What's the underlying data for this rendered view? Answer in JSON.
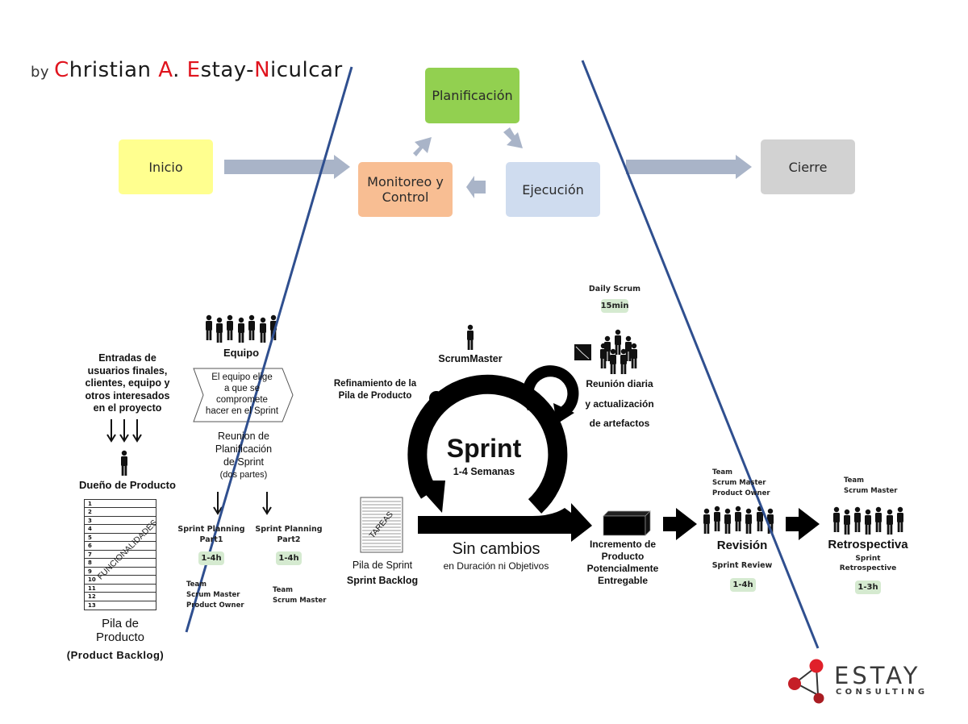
{
  "author": {
    "prefix": "by",
    "name_parts": [
      {
        "text": "C",
        "color": "#e0141e"
      },
      {
        "text": "hristian ",
        "color": "#1a1a1a"
      },
      {
        "text": "A",
        "color": "#e0141e"
      },
      {
        "text": ". ",
        "color": "#1a1a1a"
      },
      {
        "text": "E",
        "color": "#e0141e"
      },
      {
        "text": "stay-",
        "color": "#1a1a1a"
      },
      {
        "text": "N",
        "color": "#e0141e"
      },
      {
        "text": "iculcar",
        "color": "#1a1a1a"
      }
    ]
  },
  "project_phases": {
    "inicio": {
      "label": "Inicio",
      "color": "#ffff8f"
    },
    "planificacion": {
      "label": "Planificación",
      "color": "#92d050"
    },
    "monitoreo": {
      "label": "Monitoreo y Control",
      "line1": "Monitoreo y",
      "line2": "Control",
      "color": "#f8be93"
    },
    "ejecucion": {
      "label": "Ejecución",
      "color": "#cfdcef"
    },
    "cierre": {
      "label": "Cierre",
      "color": "#d2d2d2"
    },
    "arrow_color": "#a9b4c8"
  },
  "divider_color": "#2f4f8f",
  "inputs": {
    "lines": [
      "Entradas de",
      "usuarios finales,",
      "clientes,  equipo y",
      "otros interesados",
      "en el proyecto"
    ]
  },
  "product_owner": {
    "label": "Dueño de Producto"
  },
  "product_backlog": {
    "rows": [
      "1",
      "2",
      "3",
      "4",
      "5",
      "6",
      "7",
      "8",
      "9",
      "10",
      "11",
      "12",
      "13"
    ],
    "watermark": "FUNCIONALIDADES",
    "title_line1": "Pila de",
    "title_line2": "Producto",
    "subtitle": "(Product Backlog)"
  },
  "team": {
    "label": "Equipo"
  },
  "team_choice": {
    "lines": [
      "El equipo elige",
      "a que se",
      "compromete",
      "hacer en el Sprint"
    ]
  },
  "planning_meeting": {
    "lines": [
      "Reunion de",
      "Planificación",
      "de Sprint",
      "(dos partes)"
    ]
  },
  "planning_part1": {
    "line1": "Sprint Planning",
    "line2": "Part1",
    "duration": "1-4h",
    "attendees": [
      "Team",
      "Scrum Master",
      "Product Owner"
    ]
  },
  "planning_part2": {
    "line1": "Sprint Planning",
    "line2": "Part2",
    "duration": "1-4h",
    "attendees": [
      "Team",
      "Scrum Master"
    ]
  },
  "scrum_master": {
    "label": "ScrumMaster"
  },
  "refinement": {
    "line1": "Refinamiento de la",
    "line2": "Pila de Producto"
  },
  "sprint": {
    "title": "Sprint",
    "subtitle": "1-4 Semanas"
  },
  "daily_scrum": {
    "label": "Daily Scrum",
    "duration": "15min",
    "lines": [
      "Reunión diaria",
      "y actualización",
      "de artefactos"
    ]
  },
  "sprint_backlog": {
    "watermark": "TAREAS",
    "line1": "Pila de Sprint",
    "line2": "Sprint Backlog"
  },
  "no_changes": {
    "title": "Sin cambios",
    "subtitle": "en Duración ni Objetivos"
  },
  "increment": {
    "lines": [
      "Incremento de",
      "Producto",
      "Potencialmente",
      "Entregable"
    ]
  },
  "review": {
    "attendees": [
      "Team",
      "Scrum Master",
      "Product Owner"
    ],
    "title": "Revisión",
    "subtitle": "Sprint Review",
    "duration": "1-4h"
  },
  "retrospective": {
    "attendees": [
      "Team",
      "Scrum Master"
    ],
    "title": "Retrospectiva",
    "subtitle_line1": "Sprint",
    "subtitle_line2": "Retrospective",
    "duration": "1-3h"
  },
  "logo": {
    "name": "ESTAY",
    "tagline": "CONSULTING",
    "accent": "#d91f26",
    "text_color": "#3a3a3a"
  }
}
